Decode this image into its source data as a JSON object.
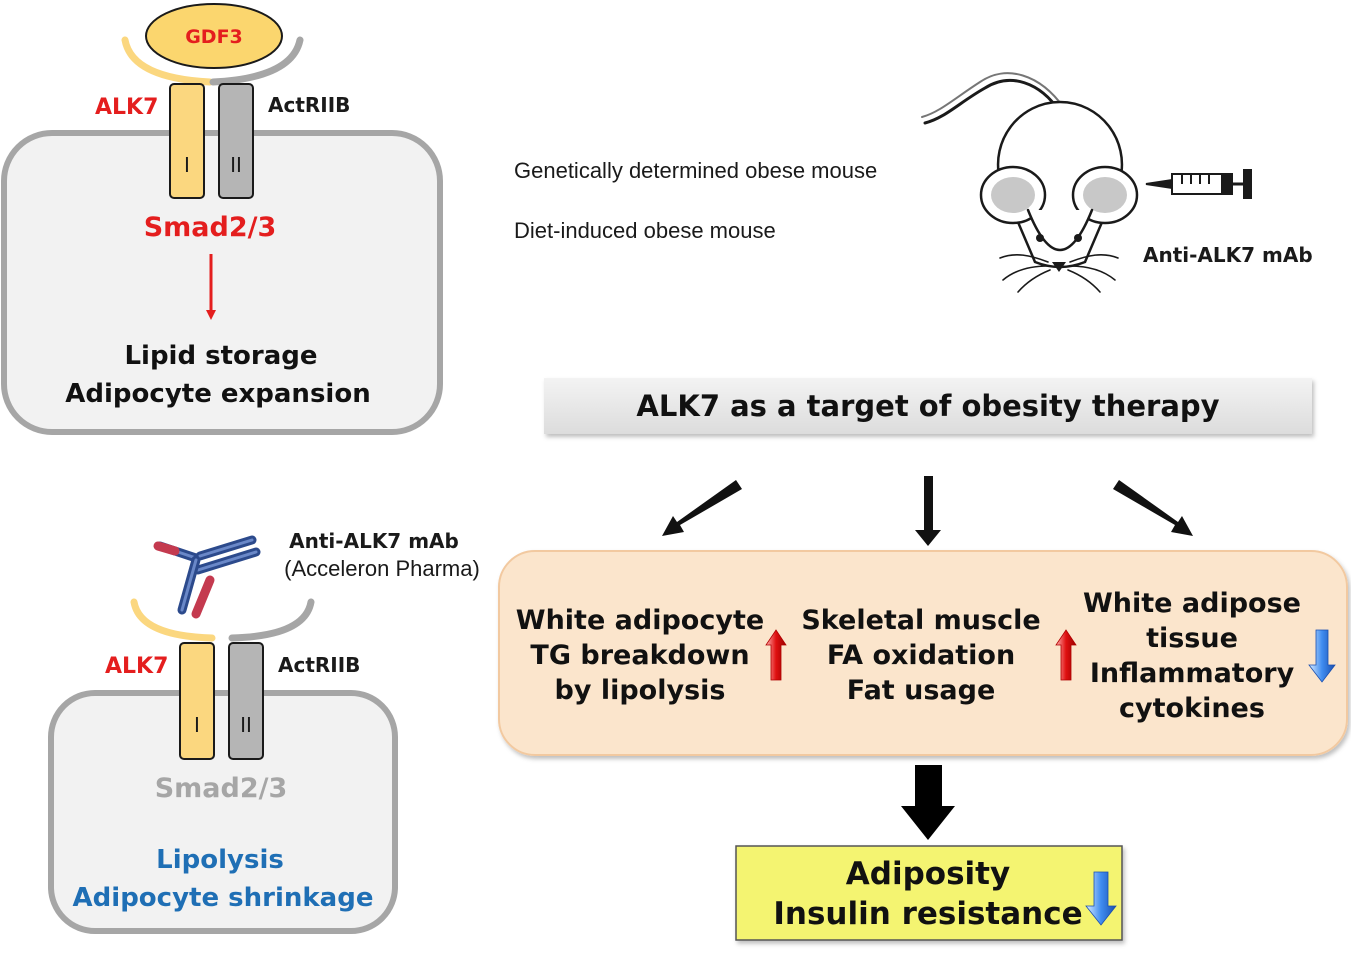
{
  "top_cell": {
    "ligand": "GDF3",
    "receptor_left": "ALK7",
    "receptor_right": "ActRIIB",
    "receptor_left_type": "I",
    "receptor_right_type": "II",
    "signal": "Smad2/3",
    "outcome_line1": "Lipid storage",
    "outcome_line2": "Adipocyte expansion"
  },
  "mouse_panel": {
    "model_line1": "Genetically determined obese mouse",
    "model_line2": "Diet-induced obese mouse",
    "treatment": "Anti-ALK7 mAb"
  },
  "therapy_banner": "ALK7 as a target of obesity therapy",
  "effects": [
    {
      "lines": [
        "White adipocyte",
        "TG breakdown",
        "by lipolysis"
      ],
      "direction": "up"
    },
    {
      "lines": [
        "Skeletal muscle",
        "FA oxidation",
        "Fat usage"
      ],
      "direction": "up"
    },
    {
      "lines": [
        "White adipose",
        "tissue",
        "Inflammatory",
        "cytokines"
      ],
      "direction": "down"
    }
  ],
  "result": {
    "line1": "Adiposity",
    "line2": "Insulin resistance",
    "direction": "down"
  },
  "bottom_cell": {
    "antibody_line1": "Anti-ALK7 mAb",
    "antibody_line2": "(Acceleron Pharma)",
    "receptor_left": "ALK7",
    "receptor_right": "ActRIIB",
    "receptor_left_type": "I",
    "receptor_right_type": "II",
    "signal": "Smad2/3",
    "outcome_line1": "Lipolysis",
    "outcome_line2": "Adipocyte shrinkage"
  },
  "colors": {
    "red": "#e41e1e",
    "blue": "#1f6fb5",
    "gray_text": "#a6a6a6",
    "alk7_fill": "#fbd77f",
    "actriib_fill": "#b5b5b5",
    "cell_fill": "#f2f2f2",
    "cell_border": "#a6a6a6",
    "gdf3_fill": "#fbd66e",
    "effects_fill": "#fbe5cc",
    "result_fill": "#f4f471",
    "banner_fill": "#e8e8e8"
  }
}
